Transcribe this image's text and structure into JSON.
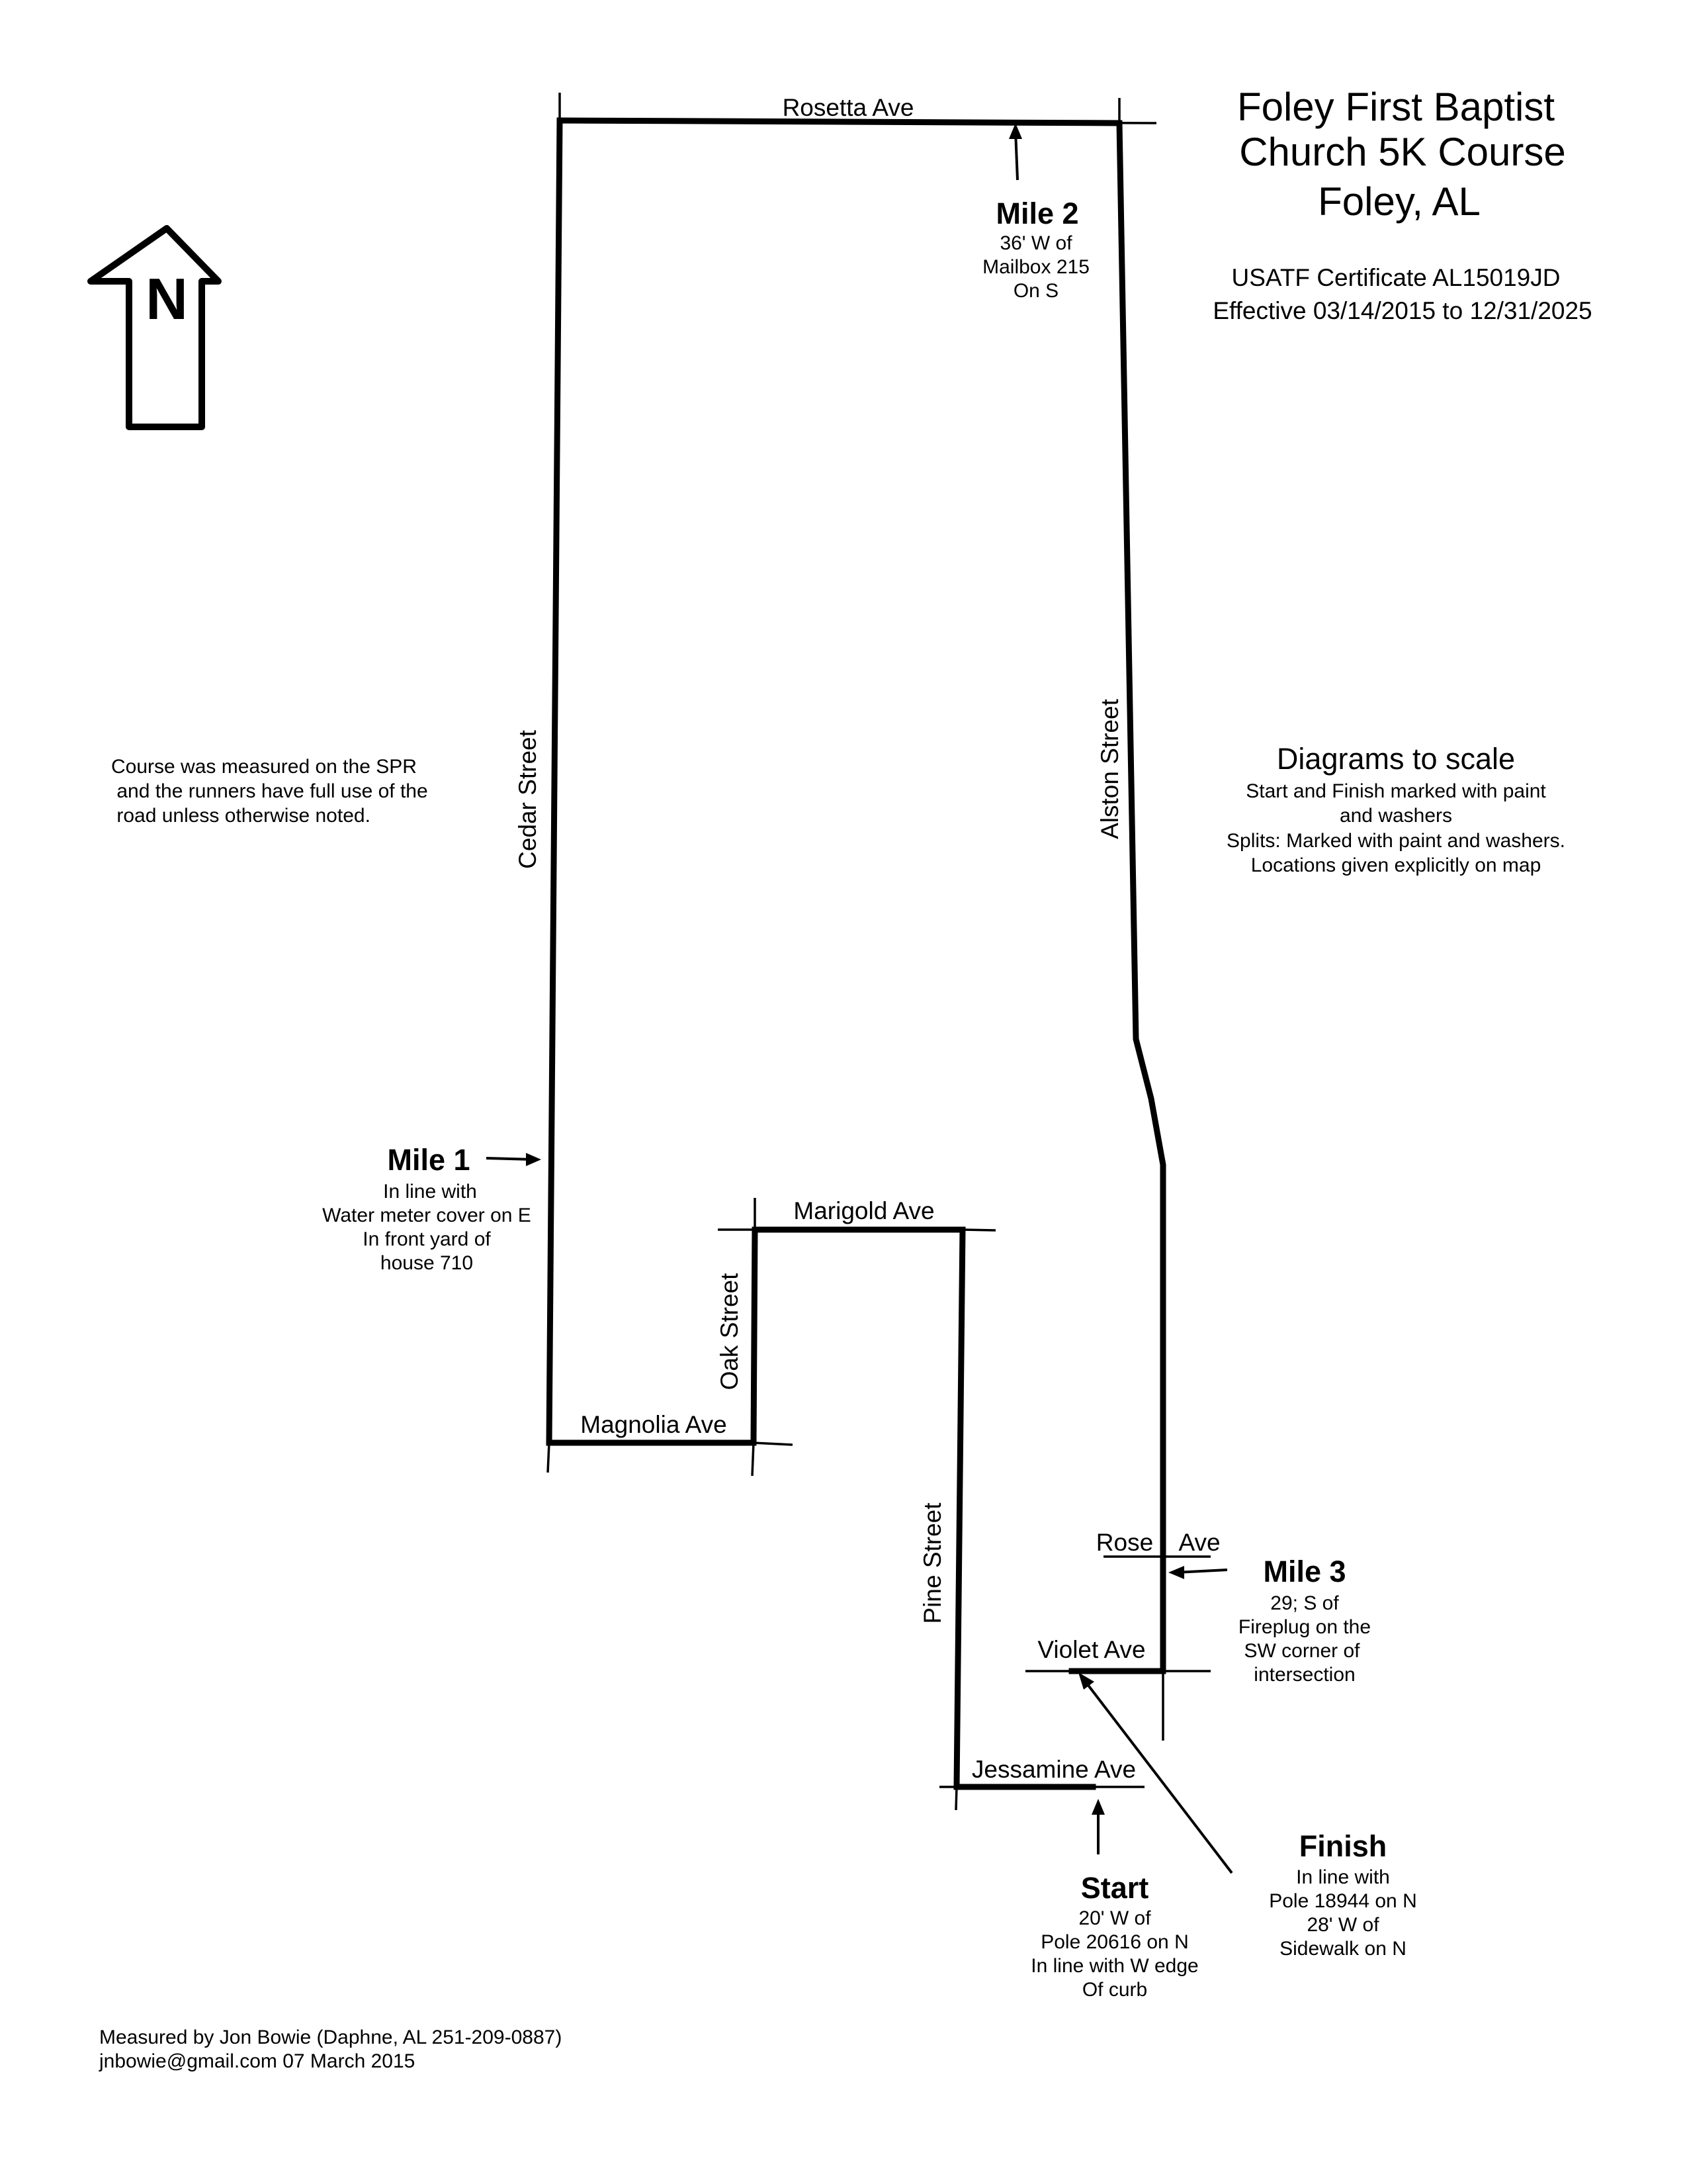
{
  "title": {
    "line1": "Foley First Baptist",
    "line2": "Church 5K Course",
    "line3": "Foley, AL"
  },
  "certificate": {
    "line1": "USATF Certificate AL15019JD",
    "line2": "Effective 03/14/2015 to 12/31/2025"
  },
  "north_label": "N",
  "notes": {
    "measured": [
      "Course was measured on the SPR",
      " and the runners have full use of the",
      " road unless otherwise noted."
    ],
    "diagram_heading": "Diagrams to scale",
    "diagram": [
      "Start and Finish marked with paint",
      "and washers",
      "Splits: Marked with paint and washers.",
      "Locations given explicitly on map"
    ],
    "footer": [
      "Measured by Jon Bowie (Daphne, AL 251-209-0887)",
      "jnbowie@gmail.com 07 March 2015"
    ]
  },
  "streets": {
    "rosetta": "Rosetta Ave",
    "cedar": "Cedar Street",
    "alston": "Alston Street",
    "marigold": "Marigold Ave",
    "oak": "Oak Street",
    "magnolia": "Magnolia Ave",
    "pine": "Pine Street",
    "rose": "Rose",
    "rose_ave": "Ave",
    "violet": "Violet Ave",
    "jessamine": "Jessamine Ave"
  },
  "markers": {
    "mile1": {
      "label": "Mile 1",
      "lines": [
        "In line with",
        "Water meter cover on E",
        "In front yard of",
        "house 710"
      ]
    },
    "mile2": {
      "label": "Mile 2",
      "lines": [
        "36' W of",
        "Mailbox 215",
        "On S"
      ]
    },
    "mile3": {
      "label": "Mile 3",
      "lines": [
        "29; S of",
        "Fireplug on the",
        "SW corner of",
        "intersection"
      ]
    },
    "start": {
      "label": "Start",
      "lines": [
        "20' W of",
        "Pole 20616 on N",
        "In line with W edge",
        "Of curb"
      ]
    },
    "finish": {
      "label": "Finish",
      "lines": [
        "In line with",
        "Pole 18944 on N",
        "28' W of",
        "Sidewalk on N"
      ]
    }
  }
}
